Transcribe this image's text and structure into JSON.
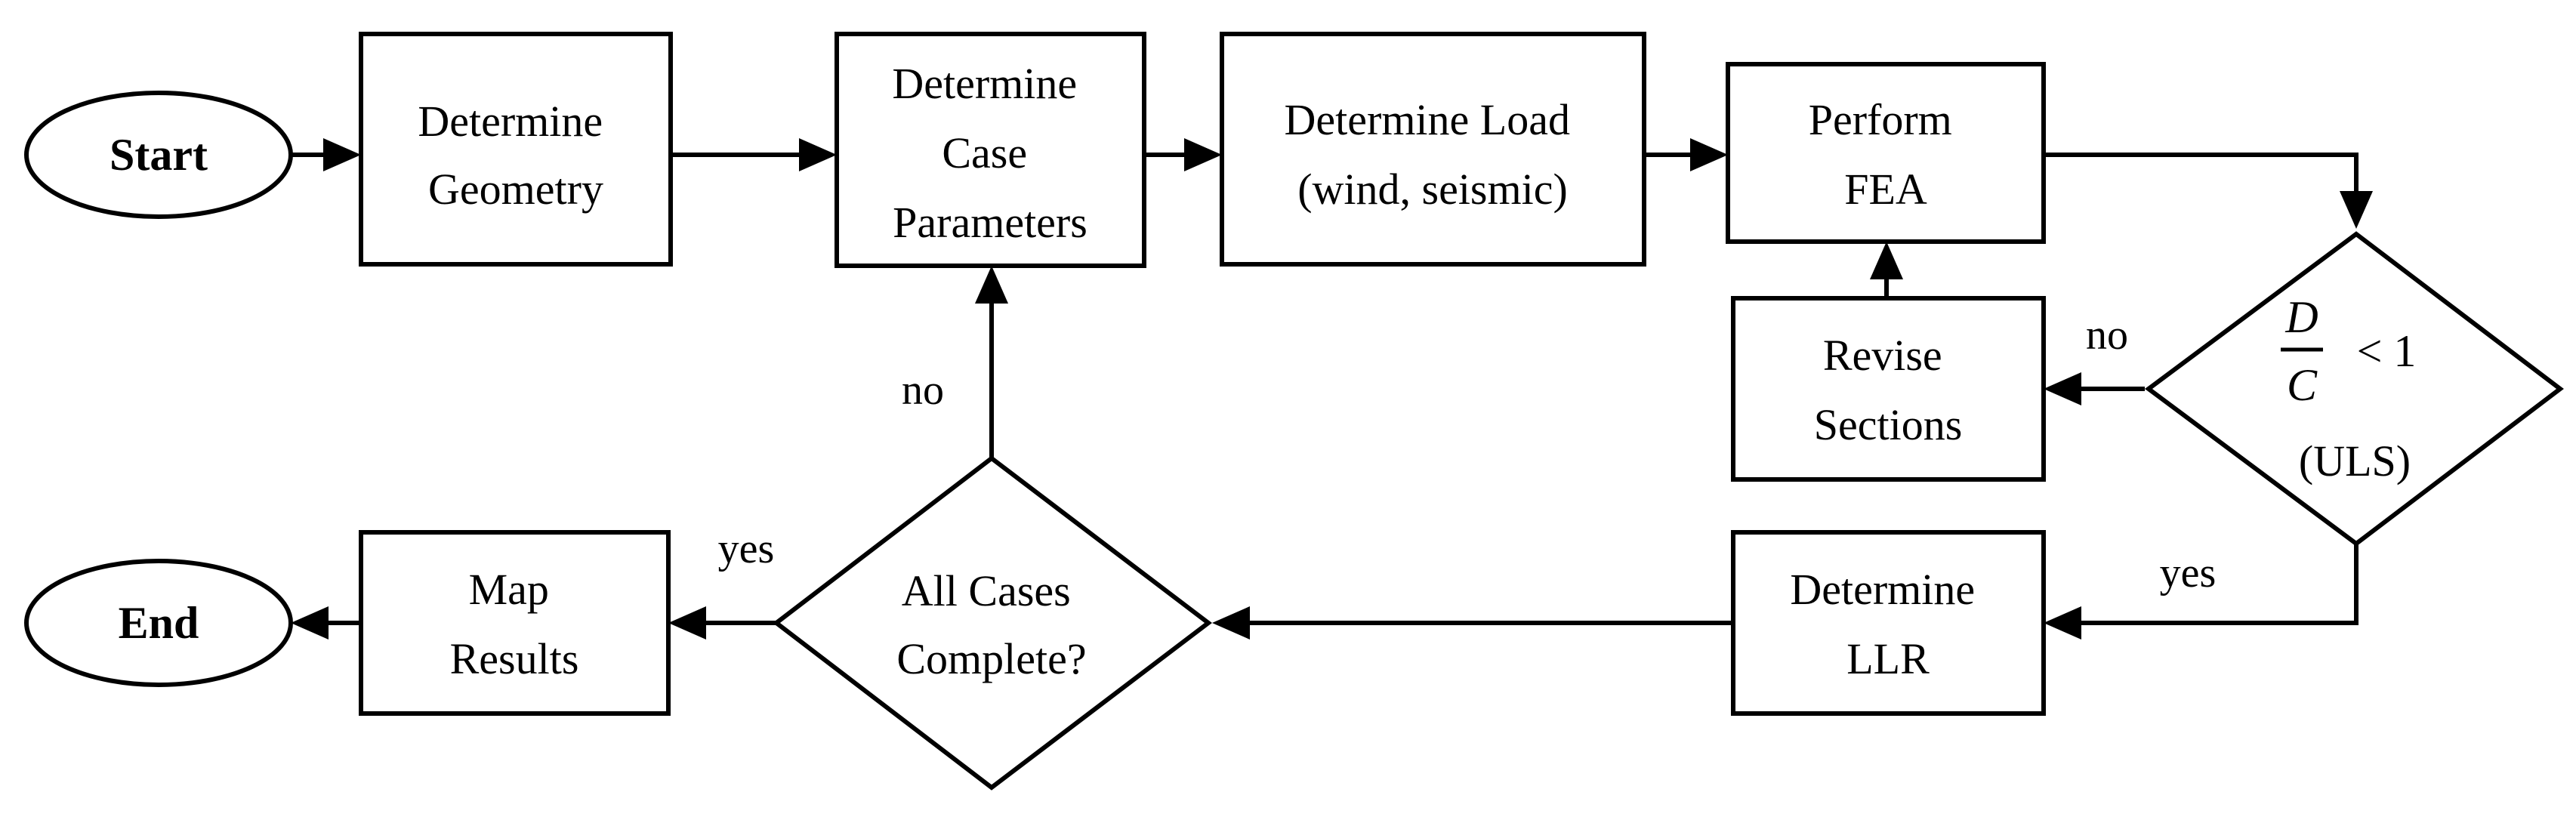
{
  "nodes": {
    "start": {
      "label": "Start"
    },
    "geometry": {
      "lines": [
        "Determine",
        "Geometry"
      ]
    },
    "case_params": {
      "lines": [
        "Determine",
        "Case",
        "Parameters"
      ]
    },
    "load": {
      "lines": [
        "Determine Load",
        "(wind, seismic)"
      ]
    },
    "fea": {
      "lines": [
        "Perform",
        "FEA"
      ]
    },
    "decision_uls": {
      "numerator": "D",
      "denominator": "C",
      "relation": "< 1",
      "note": "(ULS)"
    },
    "revise": {
      "lines": [
        "Revise",
        "Sections"
      ]
    },
    "llr": {
      "lines": [
        "Determine",
        "LLR"
      ]
    },
    "cases_complete": {
      "lines": [
        "All Cases",
        "Complete?"
      ]
    },
    "map_results": {
      "lines": [
        "Map",
        "Results"
      ]
    },
    "end": {
      "label": "End"
    }
  },
  "edge_labels": {
    "uls_no": "no",
    "uls_yes": "yes",
    "cases_no": "no",
    "cases_yes": "yes"
  }
}
